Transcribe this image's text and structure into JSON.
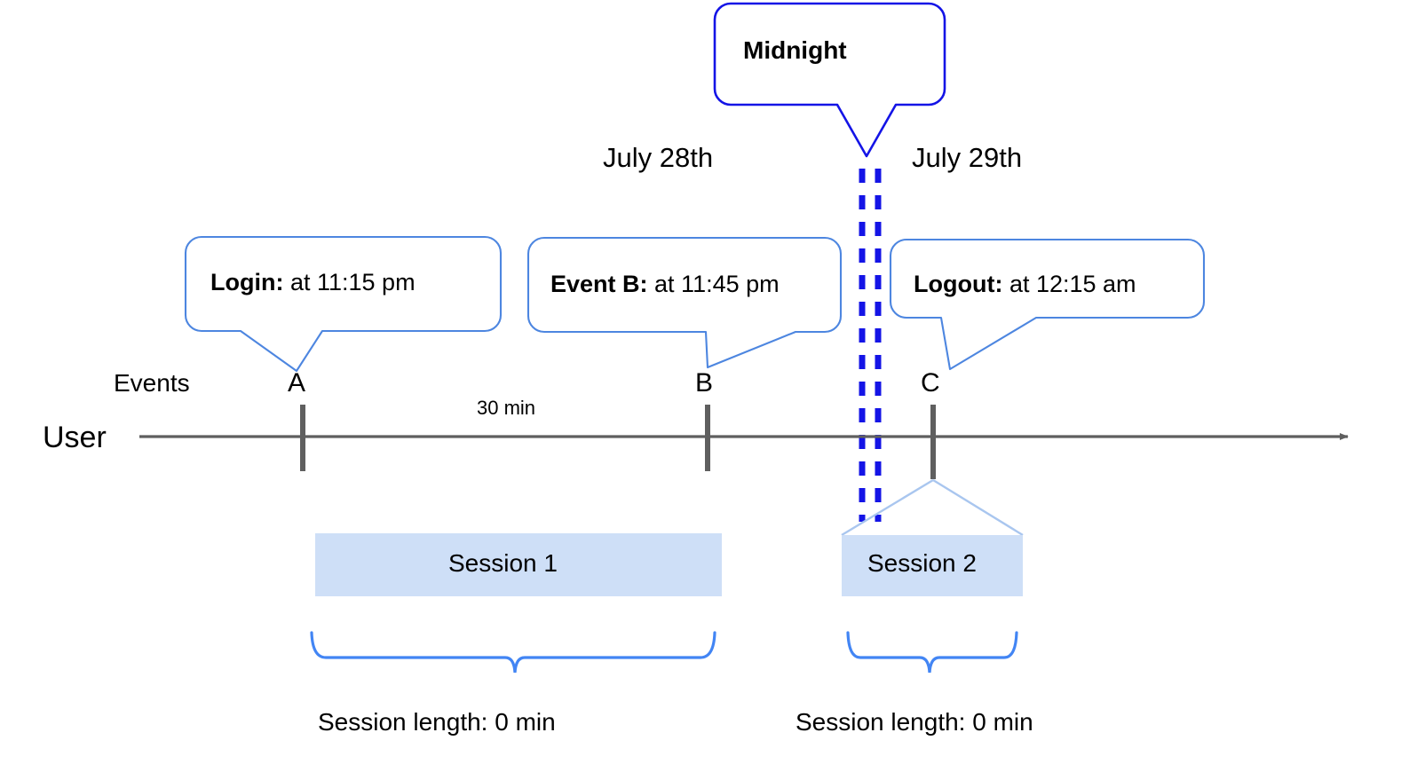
{
  "diagram": {
    "title_callout": {
      "label": "Midnight"
    },
    "dates": [
      {
        "label": "July 28th"
      },
      {
        "label": "July 29th"
      }
    ],
    "event_callouts": [
      {
        "bold": "Login:",
        "rest": " at 11:15 pm"
      },
      {
        "bold": "Event B:",
        "rest": " at 11:45 pm"
      },
      {
        "bold": "Logout:",
        "rest": " at 12:15 am"
      }
    ],
    "row_labels": {
      "events": "Events",
      "user": "User"
    },
    "tick_letters": [
      "A",
      "B",
      "C"
    ],
    "duration_label": "30 min",
    "sessions": [
      {
        "label": "Session 1",
        "length_label": "Session length: 0 min"
      },
      {
        "label": "Session 2",
        "length_label": "Session length: 0 min"
      }
    ],
    "colors": {
      "midnight_blue": "#1414e6",
      "callout_blue": "#4d86e0",
      "brace_blue": "#4285f4",
      "session_fill": "#cedff7",
      "session_edge": "#a9c6ef",
      "axis_gray": "#5f5f5f",
      "tick_gray": "#5f5f5f",
      "text_black": "#000000"
    }
  }
}
